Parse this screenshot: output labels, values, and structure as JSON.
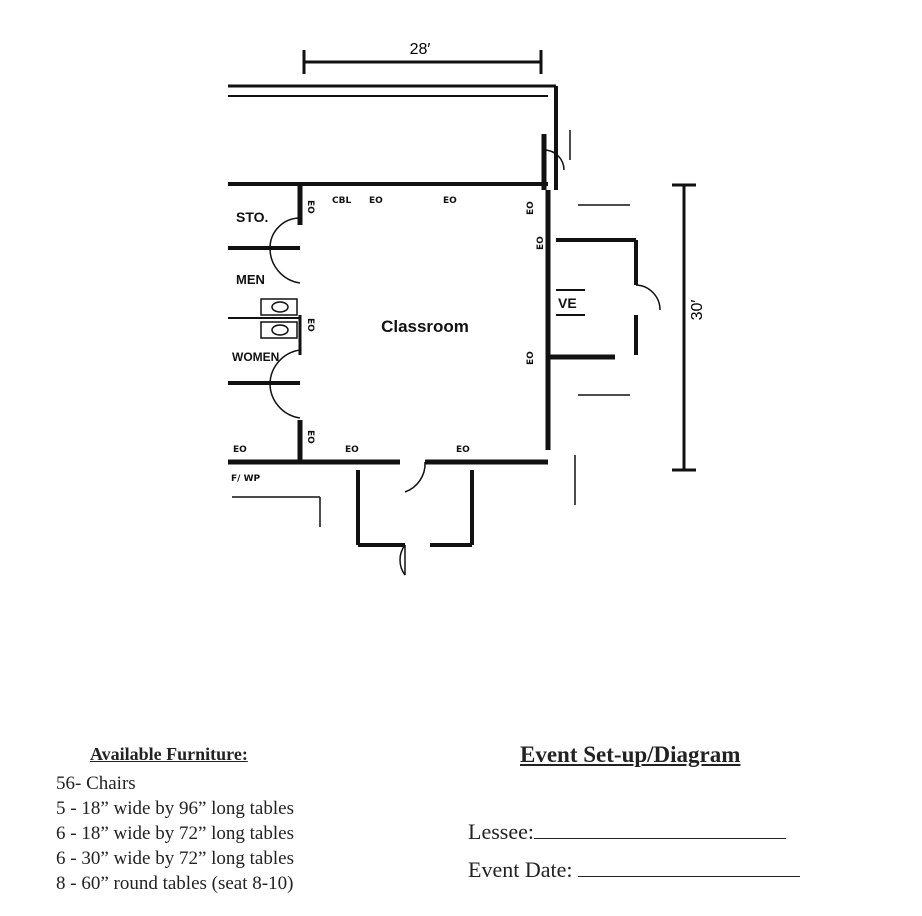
{
  "floor_plan": {
    "width_dimension": "28′",
    "depth_dimension": "30′",
    "room_name": "Classroom",
    "labels": {
      "storage": "STO.",
      "men": "MEN",
      "women": "WOMEN",
      "vestibule_partial": "VE",
      "fire_wp": "F/ WP",
      "cbl": "CBL",
      "eo": "EO"
    }
  },
  "furniture": {
    "heading": "Available Furniture:",
    "items": [
      "56- Chairs",
      "5 - 18” wide by 96” long tables",
      "6 - 18” wide by 72” long tables",
      "6 - 30” wide by 72” long tables",
      "8 - 60” round tables (seat 8-10)"
    ]
  },
  "setup": {
    "heading": "Event Set-up/Diagram",
    "lessee_label": "Lessee:",
    "lessee_value": "",
    "event_date_label": "Event Date:",
    "event_date_value": ""
  }
}
